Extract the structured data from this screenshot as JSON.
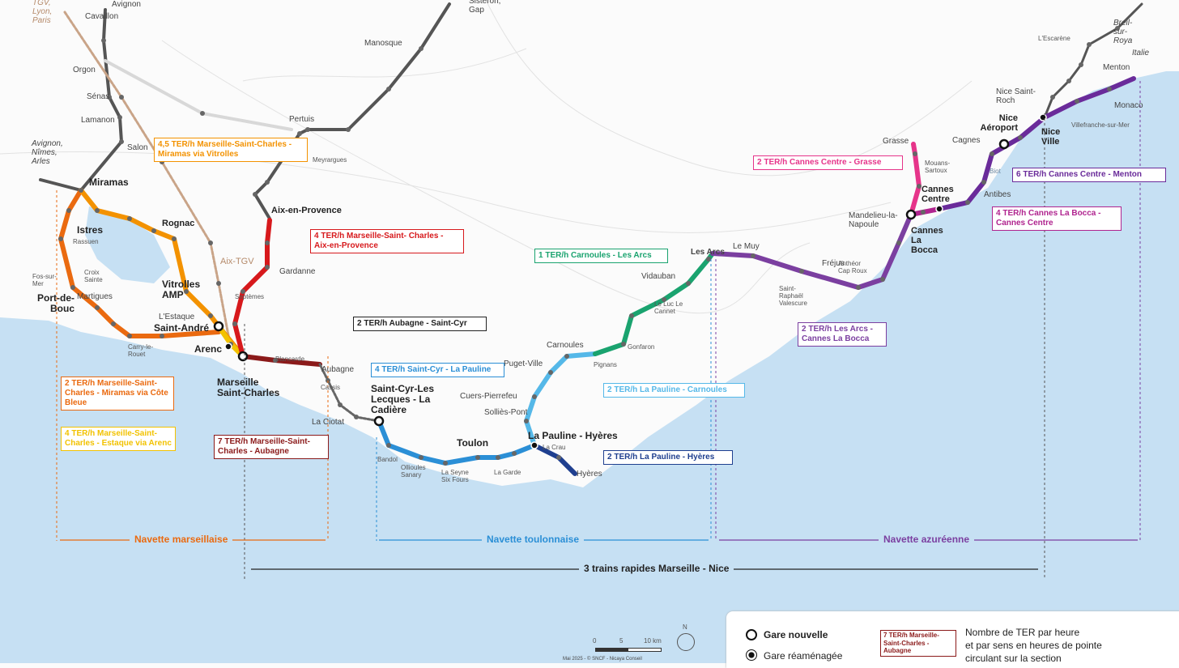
{
  "stations": [
    "Cavaillon",
    "Orgon",
    "Sénas",
    "Lamanon",
    "Salon",
    "Miramas",
    "Istres",
    "Rassuen",
    "Fos-sur-Mer",
    "Port-de-Bouc",
    "Croix Sainte",
    "Martigues",
    "Rognac",
    "Vitrolles AMP",
    "L'Estaque",
    "Saint-André",
    "Carry-le-Rouet",
    "Arenc",
    "Marseille Saint-Charles",
    "Blancarde",
    "Septèmes",
    "Gardanne",
    "Aix-en-Provence",
    "Aix-TGV",
    "Pertuis",
    "Meyrargues",
    "Manosque",
    "Sisteron, Gap",
    "Aubagne",
    "Cassis",
    "La Ciotat",
    "Saint-Cyr-Les Lecques - La Cadière",
    "Bandol",
    "Ollioules Sanary",
    "La Seyne Six Fours",
    "Toulon",
    "La Garde",
    "La Pauline - Hyères",
    "La Crau",
    "Hyères",
    "Solliès-Pont",
    "Cuers-Pierrefeu",
    "Puget-Ville",
    "Carnoules",
    "Pignans",
    "Gonfaron",
    "Le Luc Le Cannet",
    "Vidauban",
    "Les Arcs",
    "Le Muy",
    "Fréjus",
    "Anthéor Cap Roux",
    "Saint-Raphaël Valescure",
    "Mandelieu-la-Napoule",
    "Cannes La Bocca",
    "Cannes Centre",
    "Antibes",
    "Biot",
    "Mouans-Sartoux",
    "Grasse",
    "Cagnes",
    "Nice Aéroport",
    "Nice Ville",
    "Nice Saint-Roch",
    "Villefranche-sur-Mer",
    "Monaco",
    "Menton",
    "Italie",
    "Breil-sur-Roya",
    "L'Escarène",
    "Avignon, Nîmes, Arles",
    "TGV, Lyon, Paris",
    "Avignon"
  ],
  "services": [
    {
      "label": "4,5 TER/h Marseille-Saint-Charles - Miramas via Vitrolles",
      "color": "#f39200"
    },
    {
      "label": "4 TER/h Marseille-Saint- Charles - Aix-en-Provence",
      "color": "#d7191c"
    },
    {
      "label": "2 TER/h Aubagne - Saint-Cyr",
      "color": "#222222"
    },
    {
      "label": "4 TER/h Saint-Cyr - La Pauline",
      "color": "#2b8fd6"
    },
    {
      "label": "1 TER/h Carnoules - Les Arcs",
      "color": "#1aa36f"
    },
    {
      "label": "2 TER/h La Pauline - Carnoules",
      "color": "#55b8e8"
    },
    {
      "label": "2 TER/h La Pauline - Hyères",
      "color": "#1f3f8f"
    },
    {
      "label": "2 TER/h Les Arcs - Cannes La Bocca",
      "color": "#7b3fa0"
    },
    {
      "label": "2 TER/h Cannes Centre - Grasse",
      "color": "#e6348a"
    },
    {
      "label": "6 TER/h Cannes Centre - Menton",
      "color": "#6a2b9a"
    },
    {
      "label": "4 TER/h Cannes La Bocca - Cannes Centre",
      "color": "#b0248f"
    },
    {
      "label": "2 TER/h Marseille-Saint-Charles - Miramas via Côte Bleue",
      "color": "#ea6a10"
    },
    {
      "label": "4 TER/h Marseille-Saint-Charles - Estaque via Arenc",
      "color": "#f2c200"
    },
    {
      "label": "7 TER/h Marseille-Saint-Charles - Aubagne",
      "color": "#8b1a1a"
    }
  ],
  "navettes": {
    "marseille": "Navette marseillaise",
    "toulon": "Navette toulonnaise",
    "azur": "Navette azuréenne",
    "rapides": "3 trains rapides Marseille - Nice"
  },
  "legend": {
    "new_station": "Gare nouvelle",
    "renovated_station": "Gare réaménagée",
    "sample": "7 TER/h Marseille-Saint-Charles - Aubagne",
    "description_1": "Nombre de TER par heure",
    "description_2": "et par sens en heures de pointe",
    "description_3": "circulant sur la section"
  },
  "scale": {
    "s0": "0",
    "s5": "5",
    "s10": "10 km",
    "north": "N"
  },
  "credit": "Mai 2025 - © SNCF - Nicaya Conseil",
  "colors": {
    "sea": "#c6e0f3",
    "land": "#fbfbfb"
  }
}
